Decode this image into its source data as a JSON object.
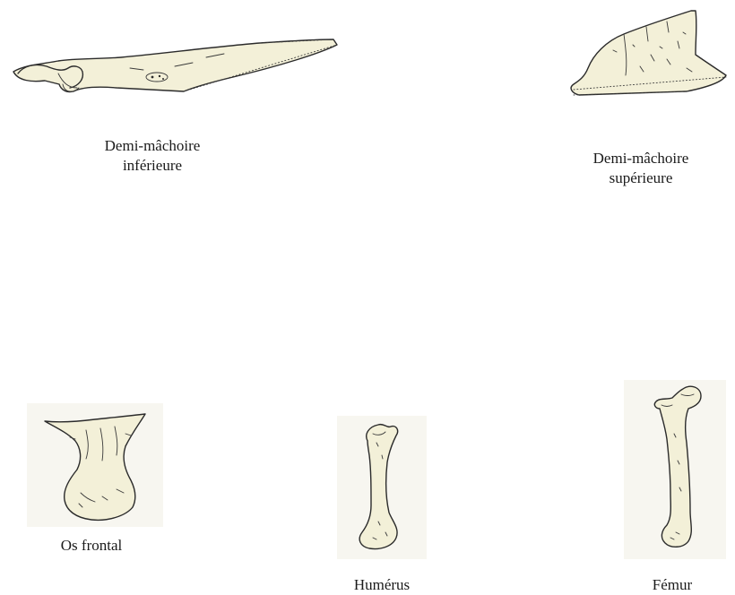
{
  "bones": {
    "lower_jaw": {
      "caption_line1": "Demi-mâchoire",
      "caption_line2": "inférieure",
      "icon": "lower-half-jaw"
    },
    "upper_jaw": {
      "caption_line1": "Demi-mâchoire",
      "caption_line2": "supérieure",
      "icon": "upper-half-jaw"
    },
    "frontal": {
      "caption": "Os frontal",
      "icon": "frontal-bone"
    },
    "humerus": {
      "caption": "Humérus",
      "icon": "humerus-bone"
    },
    "femur": {
      "caption": "Fémur",
      "icon": "femur-bone"
    }
  },
  "colors": {
    "bone": "#f3f0d8",
    "ink": "#2b2b2b",
    "background": "#ffffff"
  }
}
